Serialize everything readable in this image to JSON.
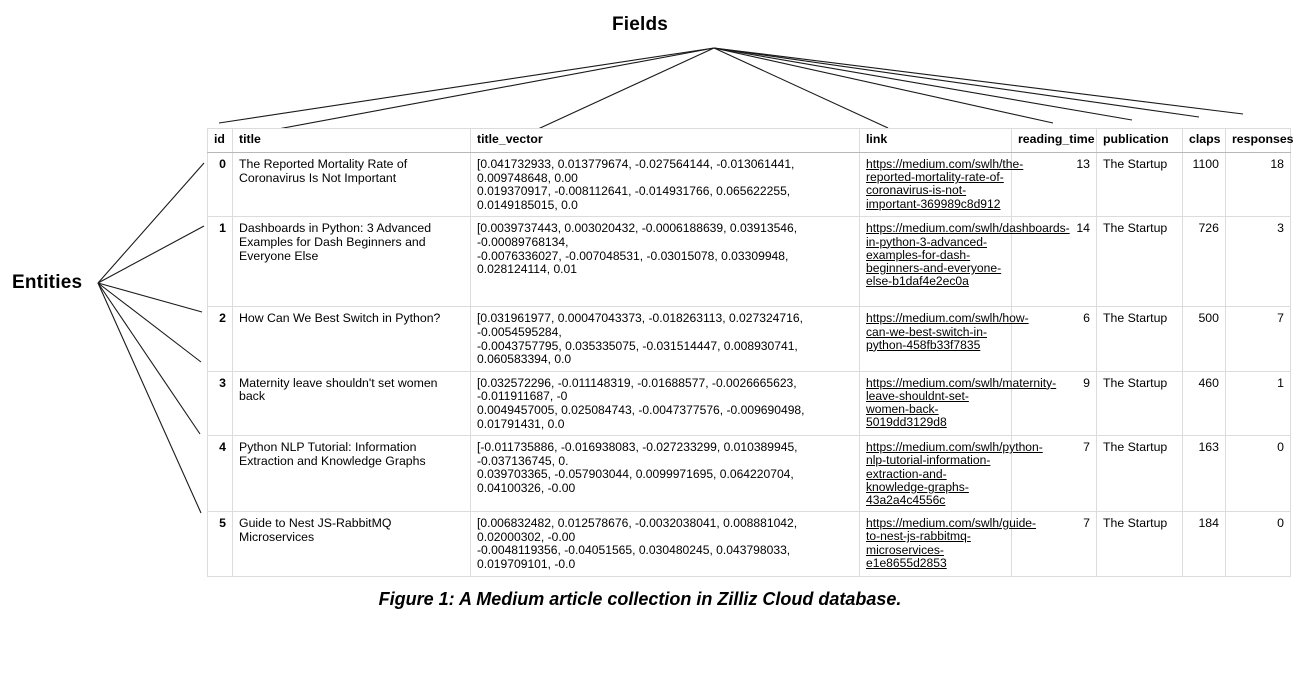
{
  "annotations": {
    "fields_label": "Fields",
    "entities_label": "Entities"
  },
  "caption": "Figure 1: A Medium article collection in Zilliz Cloud database.",
  "table": {
    "columns": [
      "id",
      "title",
      "title_vector",
      "link",
      "reading_time",
      "publication",
      "claps",
      "responses"
    ],
    "rows": [
      {
        "id": "0",
        "title": "The Reported Mortality Rate of Coronavirus Is Not Important",
        "title_vector_line1": "[0.041732933, 0.013779674, -0.027564144, -0.013061441, 0.009748648, 0.00",
        "title_vector_line2": "0.019370917, -0.008112641, -0.014931766, 0.065622255, 0.0149185015, 0.0",
        "link": "https://medium.com/swlh/the-reported-mortality-rate-of-coronavirus-is-not-important-369989c8d912",
        "reading_time": "13",
        "publication": "The Startup",
        "claps": "1100",
        "responses": "18"
      },
      {
        "id": "1",
        "title": "Dashboards in Python: 3 Advanced Examples for Dash Beginners and Everyone Else",
        "title_vector_line1": "[0.0039737443, 0.003020432, -0.0006188639, 0.03913546, -0.00089768134,",
        "title_vector_line2": "-0.0076336027, -0.007048531, -0.03015078, 0.03309948, 0.028124114, 0.01",
        "link": "https://medium.com/swlh/dashboards-in-python-3-advanced-examples-for-dash-beginners-and-everyone-else-b1daf4e2ec0a",
        "reading_time": "14",
        "publication": "The Startup",
        "claps": "726",
        "responses": "3"
      },
      {
        "id": "2",
        "title": "How Can We Best Switch in Python?",
        "title_vector_line1": "[0.031961977, 0.00047043373, -0.018263113, 0.027324716, -0.0054595284,",
        "title_vector_line2": "-0.0043757795, 0.035335075, -0.031514447, 0.008930741, 0.060583394, 0.0",
        "link": "https://medium.com/swlh/how-can-we-best-switch-in-python-458fb33f7835",
        "reading_time": "6",
        "publication": "The Startup",
        "claps": "500",
        "responses": "7"
      },
      {
        "id": "3",
        "title": "Maternity leave shouldn't set women back",
        "title_vector_line1": "[0.032572296, -0.011148319, -0.01688577, -0.0026665623, -0.011911687, -0",
        "title_vector_line2": "0.0049457005, 0.025084743, -0.0047377576, -0.009690498, 0.01791431, 0.0",
        "link": "https://medium.com/swlh/maternity-leave-shouldnt-set-women-back-5019dd3129d8",
        "reading_time": "9",
        "publication": "The Startup",
        "claps": "460",
        "responses": "1"
      },
      {
        "id": "4",
        "title": "Python NLP Tutorial: Information Extraction and Knowledge Graphs",
        "title_vector_line1": "[-0.011735886, -0.016938083, -0.027233299, 0.010389945, -0.037136745, 0.",
        "title_vector_line2": "0.039703365, -0.057903044, 0.0099971695, 0.064220704, 0.04100326, -0.00",
        "link": "https://medium.com/swlh/python-nlp-tutorial-information-extraction-and-knowledge-graphs-43a2a4c4556c",
        "reading_time": "7",
        "publication": "The Startup",
        "claps": "163",
        "responses": "0"
      },
      {
        "id": "5",
        "title": "Guide to Nest JS-RabbitMQ Microservices",
        "title_vector_line1": "[0.006832482, 0.012578676, -0.0032038041, 0.008881042, 0.02000302, -0.00",
        "title_vector_line2": "-0.0048119356, -0.04051565, 0.030480245, 0.043798033, 0.019709101, -0.0",
        "link": "https://medium.com/swlh/guide-to-nest-js-rabbitmq-microservices-e1e8655d2853",
        "reading_time": "7",
        "publication": "The Startup",
        "claps": "184",
        "responses": "0"
      }
    ]
  },
  "colors": {
    "text": "#000000",
    "grid": "#dcdcdc",
    "connector": "#1a1a1a",
    "background": "#ffffff"
  }
}
